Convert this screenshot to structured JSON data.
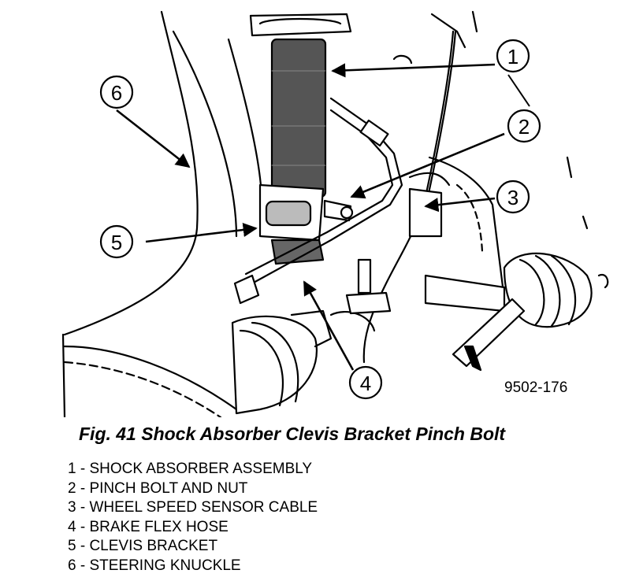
{
  "figure": {
    "id": "9502-176",
    "caption": "Fig. 41 Shock Absorber Clevis Bracket Pinch Bolt"
  },
  "callouts": [
    "1",
    "2",
    "3",
    "4",
    "5",
    "6"
  ],
  "legend": [
    "1 - SHOCK ABSORBER ASSEMBLY",
    "2 - PINCH BOLT AND NUT",
    "3 - WHEEL SPEED SENSOR CABLE",
    "4 - BRAKE FLEX HOSE",
    "5 - CLEVIS BRACKET",
    "6 - STEERING KNUCKLE"
  ]
}
